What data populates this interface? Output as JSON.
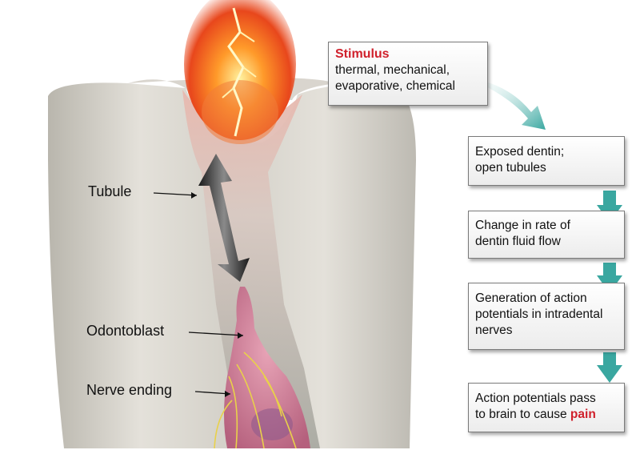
{
  "labels": {
    "tubule": "Tubule",
    "odontoblast": "Odontoblast",
    "nerve_ending": "Nerve ending"
  },
  "flow": {
    "stimulus": {
      "title": "Stimulus",
      "line1": "thermal, mechanical,",
      "line2": "evaporative, chemical"
    },
    "step1": {
      "line1": "Exposed dentin;",
      "line2": "open tubules"
    },
    "step2": {
      "line1": "Change in rate of",
      "line2": "dentin fluid flow"
    },
    "step3": {
      "line1": "Generation of action",
      "line2": "potentials in intradental",
      "line3": "nerves"
    },
    "step4": {
      "line1": "Action potentials pass",
      "line2a": "to brain to cause ",
      "line2b": "pain"
    }
  },
  "colors": {
    "accent_red": "#d0202b",
    "arrow_teal": "#3aa7a0",
    "dentin": "#d9d6cf"
  }
}
